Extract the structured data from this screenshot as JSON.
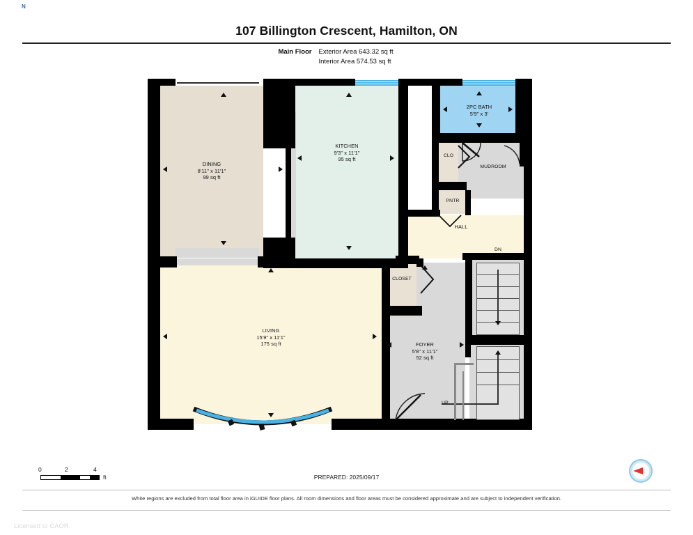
{
  "header": {
    "title": "107 Billington Crescent, Hamilton, ON",
    "floor_label": "Main Floor",
    "exterior_area": "Exterior Area 643.32 sq ft",
    "interior_area": "Interior Area 574.53 sq ft"
  },
  "rooms": {
    "dining": {
      "name": "DINING",
      "dims": "8'11\" x 11'1\"",
      "area": "99 sq ft",
      "color": "#e5ded1"
    },
    "kitchen": {
      "name": "KITCHEN",
      "dims": "9'3\" x 11'1\"",
      "area": "95 sq ft",
      "color": "#e3f0e9"
    },
    "bath": {
      "name": "2PC BATH",
      "dims": "5'9\" x 3'",
      "area": "",
      "color": "#9fd4f2"
    },
    "living": {
      "name": "LIVING",
      "dims": "15'9\" x 11'1\"",
      "area": "175 sq ft",
      "color": "#fbf5de"
    },
    "foyer": {
      "name": "FOYER",
      "dims": "5'8\" x 11'1\"",
      "area": "52 sq ft",
      "color": "#d9d9d9"
    },
    "hall": {
      "name": "HALL",
      "dims": "",
      "area": "",
      "color": "#fbf5de"
    },
    "mudroom": {
      "name": "MUDROOM",
      "dims": "",
      "area": "",
      "color": "#d9d9d9"
    },
    "closet": {
      "name": "CLOSET",
      "dims": "",
      "area": "",
      "color": "#e9e1d3"
    },
    "clo": {
      "name": "CLO",
      "dims": "",
      "area": "",
      "color": "#e9e1d3"
    },
    "pntr": {
      "name": "PNTR",
      "dims": "",
      "area": "",
      "color": "#e9e1d3"
    }
  },
  "stairs": {
    "down_label": "DN",
    "up_label": "UP"
  },
  "scale": {
    "ticks": [
      "0",
      "2",
      "4"
    ],
    "unit": "ft"
  },
  "footer": {
    "prepared": "PREPARED: 2025/09/17",
    "disclaimer": "White regions are excluded from total floor area in iGUIDE floor plans. All room dimensions and floor areas must be considered approximate and are subject to independent verification.",
    "licensed": "Licensed to CAOR"
  },
  "compass": {
    "north_label": "N",
    "needle_color": "#e53030"
  }
}
